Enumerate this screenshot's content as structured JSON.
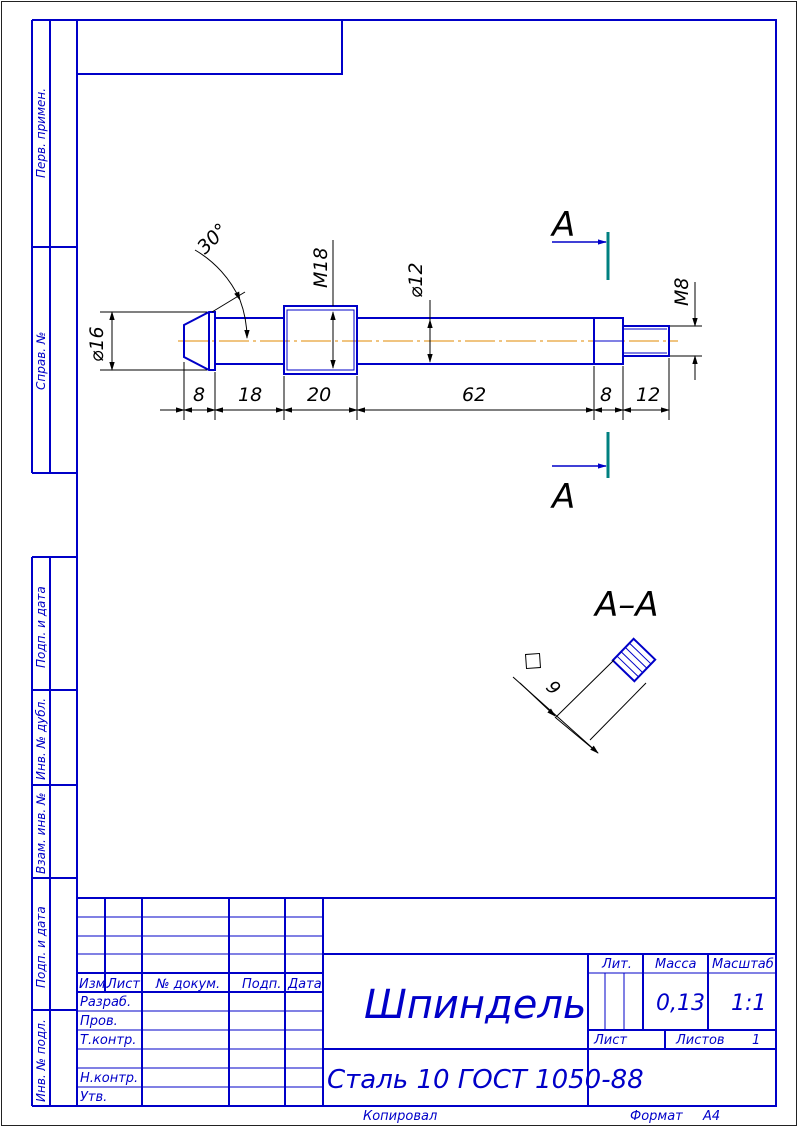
{
  "colors": {
    "line": "#0000c8",
    "center": "#e08a00",
    "cut": "#008080",
    "hatch": "#0000c8"
  },
  "side_strip": {
    "perv_primen": "Перв. примен.",
    "sprav_no": "Справ. №",
    "podp_data_1": "Подп. и дата",
    "inv_dubl": "Инв. № дубл.",
    "vzam_inv": "Взам. инв. №",
    "podp_data_2": "Подп. и дата",
    "inv_podl": "Инв. № подл."
  },
  "drawing": {
    "section_mark": "А",
    "section_title": "А–А",
    "dims": {
      "d_head": "⌀16",
      "angle": "30°",
      "thread_big": "М18",
      "d_shaft": "⌀12",
      "thread_small": "М8",
      "len_1": "8",
      "len_2": "18",
      "len_3": "20",
      "len_4": "62",
      "len_5": "8",
      "len_6": "12",
      "square": "9"
    }
  },
  "title_block": {
    "name": "Шпиндель",
    "material": "Сталь 10  ГОСТ 1050-88",
    "headers": {
      "izm": "Изм.",
      "list": "Лист",
      "dokum": "№ докум.",
      "podp": "Подп.",
      "data": "Дата"
    },
    "roles": {
      "razrab": "Разраб.",
      "prov": "Пров.",
      "tkontr": "Т.контр.",
      "nkontr": "Н.контр.",
      "utv": "Утв."
    },
    "lit_label": "Лит.",
    "mass_label": "Масса",
    "scale_label": "Масштаб",
    "mass": "0,13",
    "scale": "1:1",
    "sheet_label": "Лист",
    "sheets_label": "Листов",
    "sheets": "1"
  },
  "footer": {
    "copied": "Копировал",
    "format_label": "Формат",
    "format": "А4"
  }
}
